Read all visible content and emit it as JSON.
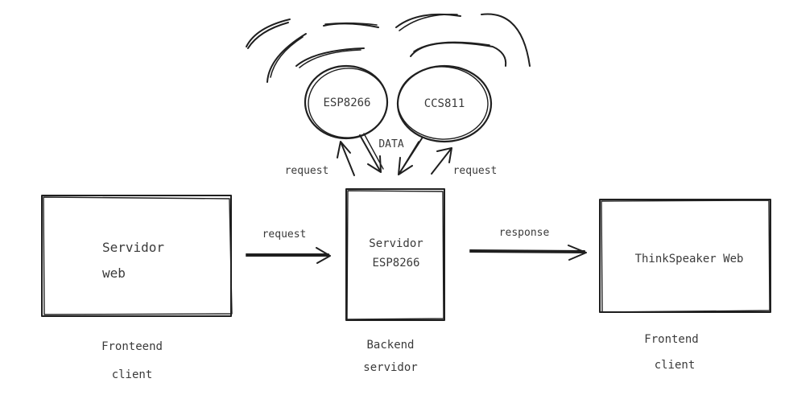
{
  "diagram": {
    "nodes": {
      "esp8266_module": {
        "label": "ESP8266"
      },
      "ccs811_sensor": {
        "label": "CCS811"
      },
      "servidor_web": {
        "line1": "Servidor",
        "line2": "web"
      },
      "servidor_esp": {
        "line1": "Servidor",
        "line2": "ESP8266"
      },
      "thinkspeaker": {
        "label": "ThinkSpeaker Web"
      }
    },
    "edge_labels": {
      "data": "DATA",
      "request_left_top": "request",
      "request_right_top": "request",
      "request_middle": "request",
      "response": "response"
    },
    "captions": {
      "left": {
        "line1": "Fronteend",
        "line2": "client"
      },
      "center": {
        "line1": "Backend",
        "line2": "servidor"
      },
      "right": {
        "line1": "Frontend",
        "line2": "client"
      }
    }
  }
}
